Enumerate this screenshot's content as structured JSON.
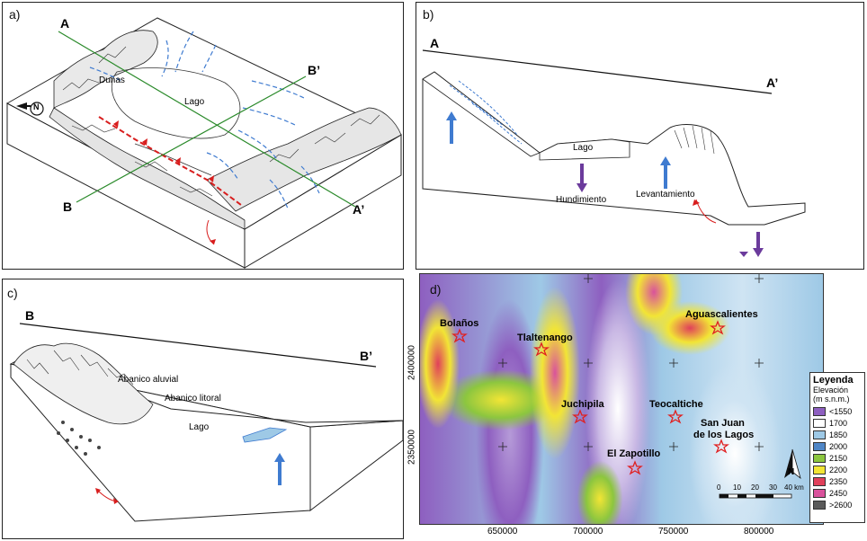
{
  "panel_a": {
    "label": "a)",
    "section_labels": {
      "A": "A",
      "A_prime": "A’",
      "B": "B",
      "B_prime": "B’"
    },
    "dunas": "Dunas",
    "lago": "Lago",
    "north": "N"
  },
  "panel_b": {
    "label": "b)",
    "A": "A",
    "A_prime": "A’",
    "lago": "Lago",
    "hundimiento": "Hundimiento",
    "levantamiento": "Levantamiento"
  },
  "panel_c": {
    "label": "c)",
    "B": "B",
    "B_prime": "B’",
    "abanico_aluvial": "Abanico aluvial",
    "abanico_litoral": "Abanico litoral",
    "lago": "Lago"
  },
  "panel_d": {
    "label": "d)",
    "cities": [
      "Bolaños",
      "Tlaltenango",
      "Aguascalientes",
      "Juchipila",
      "Teocaltiche",
      "San Juan",
      "de los Lagos",
      "El Zapotillo"
    ],
    "x_ticks": [
      "650000",
      "700000",
      "750000",
      "800000"
    ],
    "y_ticks": [
      "2400000",
      "2350000"
    ],
    "scale": {
      "labels": [
        "0",
        "10",
        "20",
        "30",
        "40 km"
      ]
    },
    "north": "N",
    "legend": {
      "title": "Leyenda",
      "subtitle1": "Elevación",
      "subtitle2": "(m s.n.m.)",
      "items": [
        {
          "label": "<1550",
          "color": "#8e5fc0"
        },
        {
          "label": "1700",
          "color": "#ffffff"
        },
        {
          "label": "1850",
          "color": "#9ec9e6"
        },
        {
          "label": "2000",
          "color": "#4f86c6"
        },
        {
          "label": "2150",
          "color": "#8cc63f"
        },
        {
          "label": "2200",
          "color": "#f2e535"
        },
        {
          "label": "2350",
          "color": "#e0405a"
        },
        {
          "label": "2450",
          "color": "#d9529c"
        },
        {
          "label": ">2600",
          "color": "#5a5a5a"
        }
      ]
    }
  }
}
